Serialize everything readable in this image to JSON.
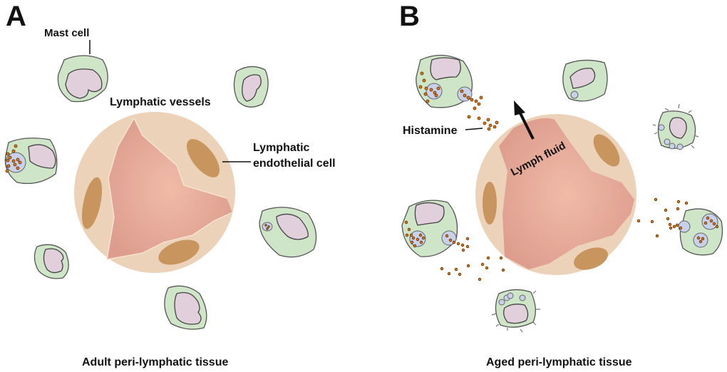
{
  "panels": {
    "a": {
      "letter": "A",
      "caption": "Adult peri-lymphatic tissue",
      "labels": {
        "mast_cell": "Mast cell",
        "lymphatic_vessels": "Lymphatic vessels",
        "lec_line1": "Lymphatic",
        "lec_line2": "endothelial cell"
      }
    },
    "b": {
      "letter": "B",
      "caption": "Aged peri-lymphatic tissue",
      "labels": {
        "histamine": "Histamine",
        "lymph_fluid": "Lymph fluid"
      }
    }
  },
  "colors": {
    "mast_cell_cytoplasm": "#cfe5c8",
    "nucleus": "#e2cfdc",
    "histamine_granule": "#e07a18",
    "endothelial_cell": "#ecd2b8",
    "endothelial_nucleus": "#c9955f",
    "lumen": "#e6a596"
  }
}
